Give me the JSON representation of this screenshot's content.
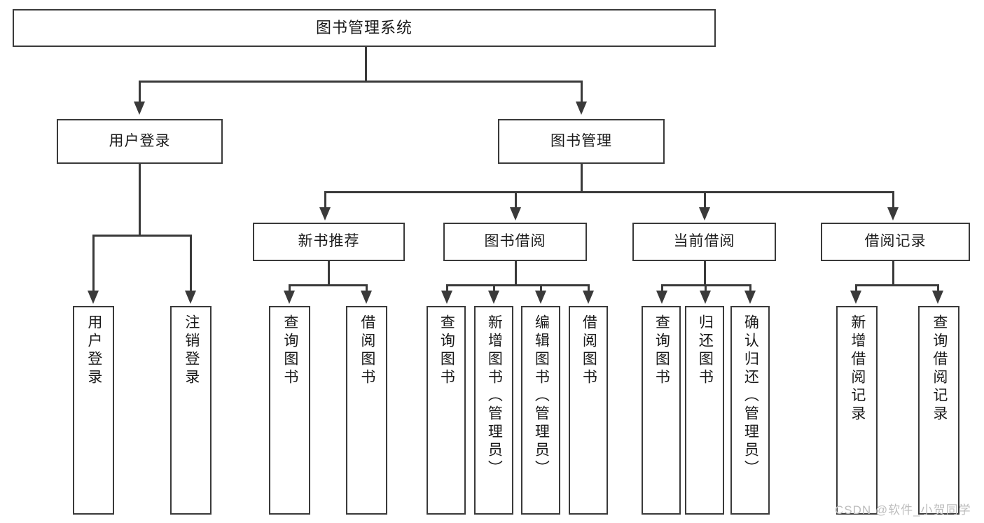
{
  "diagram": {
    "type": "tree",
    "title": "图书管理系统",
    "root": {
      "label": "图书管理系统"
    },
    "level2": [
      {
        "label": "用户登录"
      },
      {
        "label": "图书管理"
      }
    ],
    "level3": [
      {
        "label": "新书推荐"
      },
      {
        "label": "图书借阅"
      },
      {
        "label": "当前借阅"
      },
      {
        "label": "借阅记录"
      }
    ],
    "leaves": {
      "user_login": [
        {
          "label": "用户登录"
        },
        {
          "label": "注销登录"
        }
      ],
      "new_book_recommend": [
        {
          "label": "查询图书"
        },
        {
          "label": "借阅图书"
        }
      ],
      "book_borrow": [
        {
          "label": "查询图书"
        },
        {
          "label": "新增图书（管理员）"
        },
        {
          "label": "编辑图书（管理员）"
        },
        {
          "label": "借阅图书"
        }
      ],
      "current_borrow": [
        {
          "label": "查询图书"
        },
        {
          "label": "归还图书"
        },
        {
          "label": "确认归还（管理员）"
        }
      ],
      "borrow_records": [
        {
          "label": "新增借阅记录"
        },
        {
          "label": "查询借阅记录"
        }
      ]
    }
  },
  "watermark": {
    "text": "CSDN @软件_小贺同学"
  },
  "colors": {
    "stroke": "#3a3a3a",
    "background": "#ffffff",
    "text": "#1a1a1a",
    "watermark": "#bdbdbd"
  }
}
